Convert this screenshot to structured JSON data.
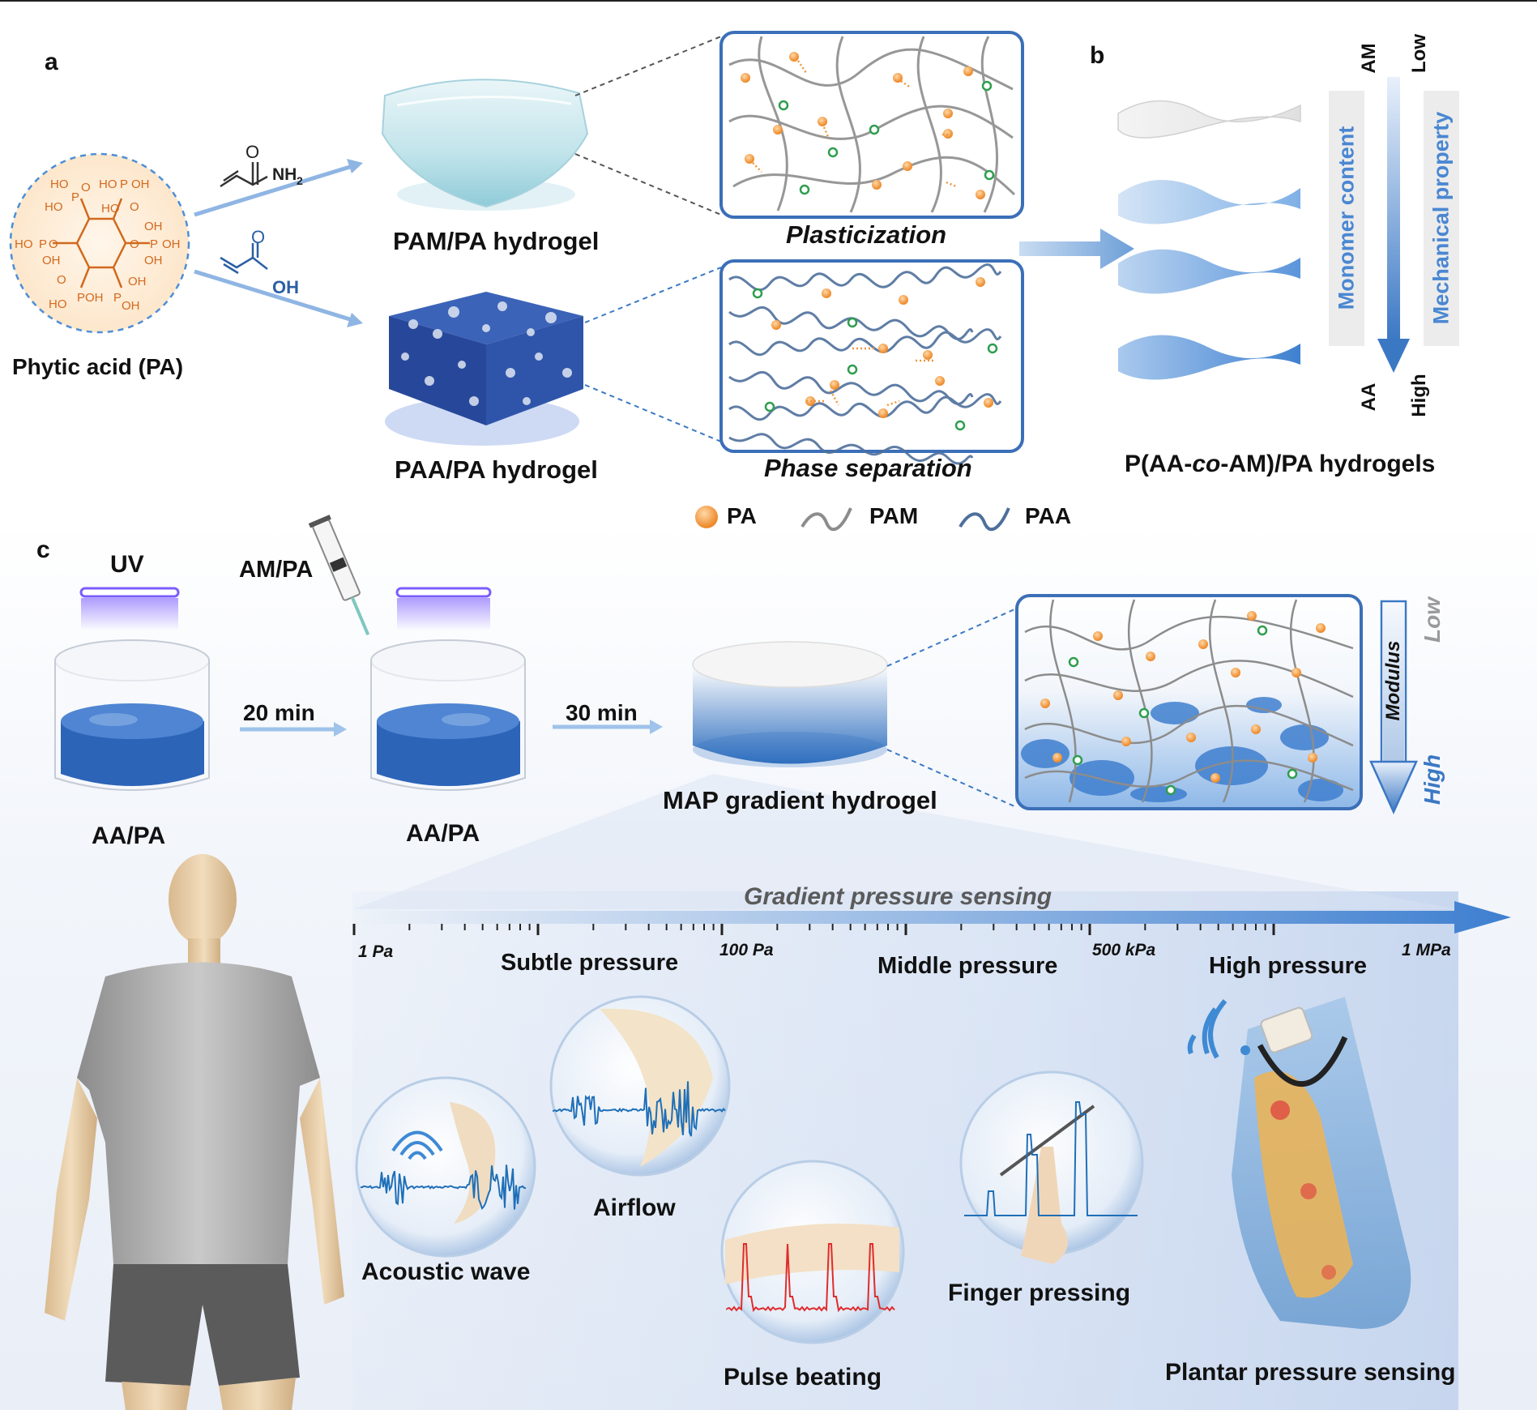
{
  "panel_a": {
    "letter": "a",
    "phytic_acid_label": "Phytic acid (PA)",
    "pam_label": "PAM/PA hydrogel",
    "paa_label": "PAA/PA hydrogel",
    "plasticization_label": "Plasticization",
    "phase_separation_label": "Phase separation",
    "nh2_label": "NH",
    "nh2_sub": "2",
    "oh_label": "OH",
    "o_label": "O"
  },
  "panel_b": {
    "letter": "b",
    "monomer_label": "Monomer content",
    "mechanical_label": "Mechanical property",
    "am_label": "AM",
    "aa_label": "AA",
    "low_label": "Low",
    "high_label": "High",
    "caption_pre": "P(AA-",
    "caption_ital": "co",
    "caption_post": "-AM)/PA hydrogels"
  },
  "legend": {
    "pa": "PA",
    "pam": "PAM",
    "paa": "PAA"
  },
  "panel_c": {
    "letter": "c",
    "uv_label": "UV",
    "syringe_label": "AM/PA",
    "beaker1_label": "AA/PA",
    "beaker2_label": "AA/PA",
    "time1": "20 min",
    "time2": "30 min",
    "gradient_hydrogel_label": "MAP gradient hydrogel",
    "modulus_label": "Modulus",
    "low_label": "Low",
    "high_label": "High",
    "sensing_title": "Gradient pressure sensing",
    "ticks": [
      "1 Pa",
      "100 Pa",
      "500 kPa",
      "1 MPa"
    ],
    "ranges": [
      "Subtle pressure",
      "Middle pressure",
      "High pressure"
    ],
    "apps": [
      "Acoustic wave",
      "Airflow",
      "Pulse beating",
      "Finger pressing",
      "Plantar pressure sensing"
    ]
  },
  "colors": {
    "accent_blue": "#3b78c4",
    "light_blue": "#9fc3ea",
    "pa_orange": "#f0953a",
    "chem_orange": "#d2691e",
    "signal_blue": "#1f6fb8",
    "signal_red": "#e02b2b"
  }
}
